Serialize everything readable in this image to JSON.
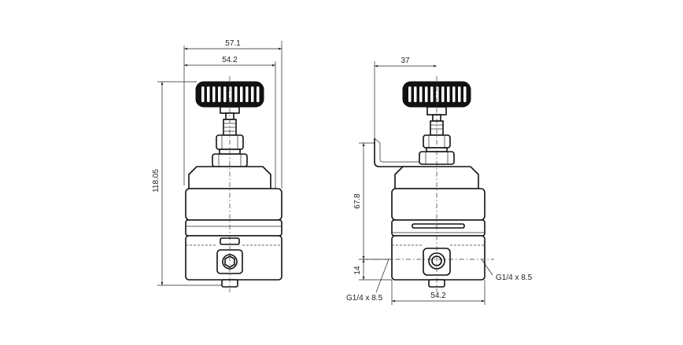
{
  "dimensions": {
    "front_overall_width": "57.1",
    "front_body_width": "54.2",
    "front_height": "118.05",
    "side_offset": "37",
    "side_height": "67.8",
    "side_port_height": "14",
    "side_body_width": "54.2"
  },
  "ports": {
    "left_port": "G1/4 x 8.5",
    "right_port": "G1/4 x 8.5"
  }
}
